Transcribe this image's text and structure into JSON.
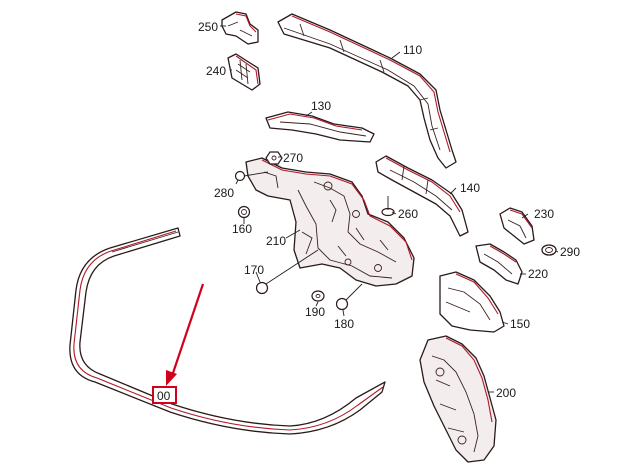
{
  "diagram": {
    "callouts": {
      "p250": "250",
      "p240": "240",
      "p110": "110",
      "p130": "130",
      "p270": "270",
      "p280": "280",
      "p140": "140",
      "p260": "260",
      "p160": "160",
      "p210": "210",
      "p230": "230",
      "p290": "290",
      "p170": "170",
      "p220": "220",
      "p190": "190",
      "p180": "180",
      "p150": "150",
      "p200": "200"
    },
    "highlighted_part": "00",
    "colors": {
      "highlight": "#d0021b",
      "part_edge": "#b0182a",
      "line": "#2a1a1a"
    }
  }
}
